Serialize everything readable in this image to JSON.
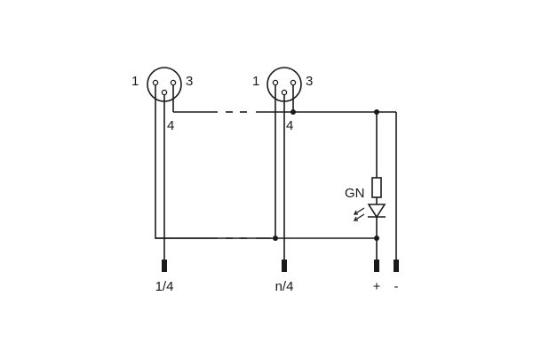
{
  "diagram": {
    "connector_left": {
      "pin_1": "1",
      "pin_3": "3",
      "pin_4": "4"
    },
    "connector_right": {
      "pin_1": "1",
      "pin_3": "3",
      "pin_4": "4"
    },
    "led_label": "GN",
    "terminals": {
      "left": "1/4",
      "middle": "n/4",
      "plus": "+",
      "minus": "-"
    }
  }
}
